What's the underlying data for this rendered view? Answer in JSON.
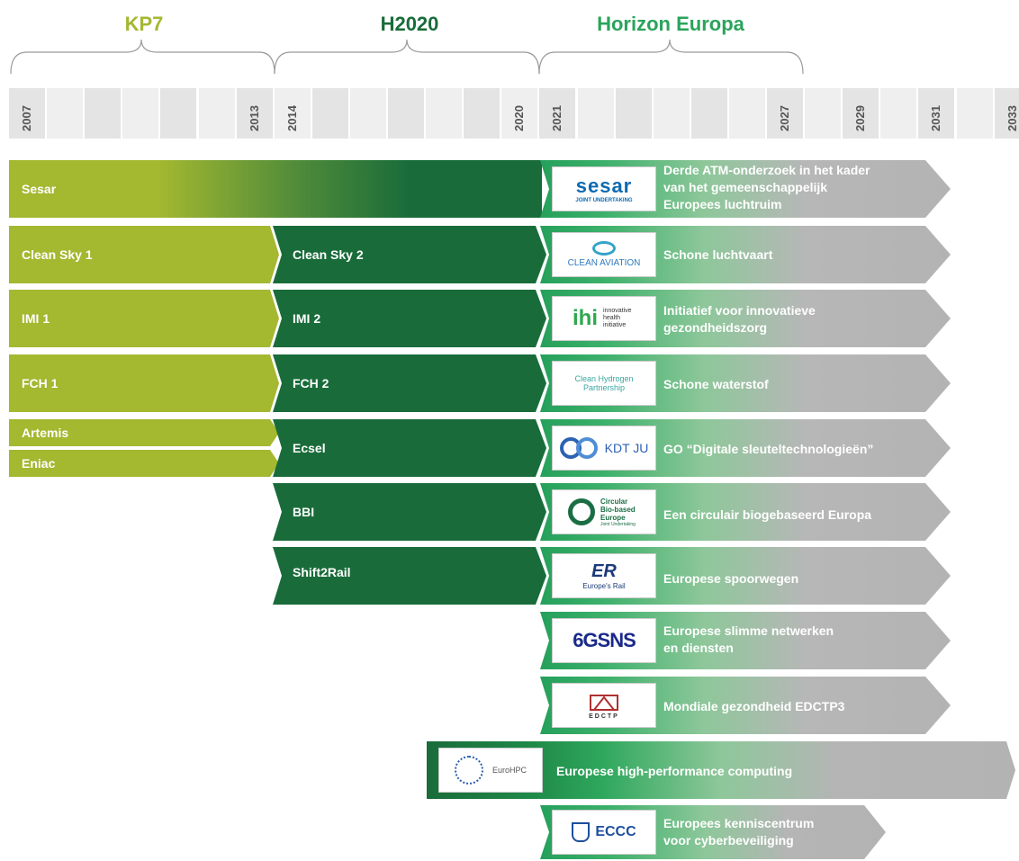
{
  "periods": {
    "kp7": {
      "label": "KP7",
      "color": "#a4b830"
    },
    "h2020": {
      "label": "H2020",
      "color": "#196c3a"
    },
    "horizon": {
      "label": "Horizon Europa",
      "color": "#2aa45c"
    }
  },
  "years": [
    "2007",
    "2013",
    "2014",
    "2020",
    "2021",
    "2027",
    "2029",
    "2031",
    "2033"
  ],
  "rows": [
    {
      "kp7": "Sesar",
      "h2020": "",
      "logo": "sesar",
      "logo_sub": "JOINT UNDERTAKING",
      "horizon": [
        "Derde ATM-onderzoek in het kader",
        "van het gemeenschappelijk",
        "Europees luchtruim"
      ]
    },
    {
      "kp7": "Clean Sky 1",
      "h2020": "Clean Sky 2",
      "logo": "CLEAN AVIATION",
      "horizon": [
        "Schone luchtvaart"
      ]
    },
    {
      "kp7": "IMI 1",
      "h2020": "IMI 2",
      "logo": "ihi",
      "logo_sub": "innovative health initiative",
      "horizon": [
        "Initiatief voor innovatieve",
        "gezondheidszorg"
      ]
    },
    {
      "kp7": "FCH 1",
      "h2020": "FCH 2",
      "logo": "Clean Hydrogen Partnership",
      "horizon": [
        "Schone waterstof"
      ]
    },
    {
      "kp7a": "Artemis",
      "kp7b": "Eniac",
      "h2020": "Ecsel",
      "logo": "KDT JU",
      "horizon": [
        "GO “Digitale sleuteltechnologieën”"
      ]
    },
    {
      "h2020": "BBI",
      "logo": "Circular Bio-based Europe",
      "logo_sub": "Joint Undertaking",
      "horizon": [
        "Een circulair biogebaseerd Europa"
      ]
    },
    {
      "h2020": "Shift2Rail",
      "logo": "Europe's Rail",
      "horizon": [
        "Europese spoorwegen"
      ]
    },
    {
      "logo": "6GSNS",
      "horizon": [
        "Europese slimme netwerken",
        "en diensten"
      ]
    },
    {
      "logo": "EDCTP",
      "horizon": [
        "Mondiale gezondheid EDCTP3"
      ]
    },
    {
      "logo": "EuroHPC",
      "horizon": [
        "Europese high-performance computing"
      ]
    },
    {
      "logo": "ECCC",
      "horizon": [
        "Europees kenniscentrum",
        "voor cyberbeveiliging"
      ]
    }
  ]
}
